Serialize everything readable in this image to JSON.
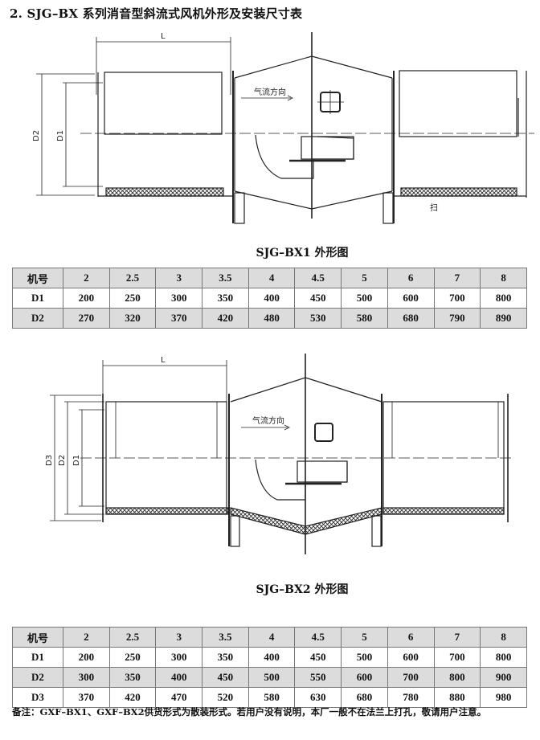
{
  "title": "2. SJG–BX 系列消音型斜流式风机外形及安装尺寸表",
  "figure1": {
    "caption": "SJG–BX1 外形图",
    "labels": {
      "L": "L",
      "D1": "D1",
      "D2": "D2",
      "airflow": "气流方向",
      "mark": "扫"
    }
  },
  "table1": {
    "header": [
      "机号",
      "2",
      "2.5",
      "3",
      "3.5",
      "4",
      "4.5",
      "5",
      "6",
      "7",
      "8"
    ],
    "rows": [
      [
        "D1",
        "200",
        "250",
        "300",
        "350",
        "400",
        "450",
        "500",
        "600",
        "700",
        "800"
      ],
      [
        "D2",
        "270",
        "320",
        "370",
        "420",
        "480",
        "530",
        "580",
        "680",
        "790",
        "890"
      ]
    ]
  },
  "figure2": {
    "caption": "SJG–BX2 外形图",
    "labels": {
      "L": "L",
      "D1": "D1",
      "D2": "D2",
      "D3": "D3",
      "airflow": "气流方向"
    }
  },
  "table2": {
    "header": [
      "机号",
      "2",
      "2.5",
      "3",
      "3.5",
      "4",
      "4.5",
      "5",
      "6",
      "7",
      "8"
    ],
    "rows": [
      [
        "D1",
        "200",
        "250",
        "300",
        "350",
        "400",
        "450",
        "500",
        "600",
        "700",
        "800"
      ],
      [
        "D2",
        "300",
        "350",
        "400",
        "450",
        "500",
        "550",
        "600",
        "700",
        "800",
        "900"
      ],
      [
        "D3",
        "370",
        "420",
        "470",
        "520",
        "580",
        "630",
        "680",
        "780",
        "880",
        "980"
      ]
    ]
  },
  "note": "备注：GXF–BX1、GXF–BX2供货形式为散装形式。若用户没有说明，本厂一般不在法兰上打孔，敬请用户注意。"
}
